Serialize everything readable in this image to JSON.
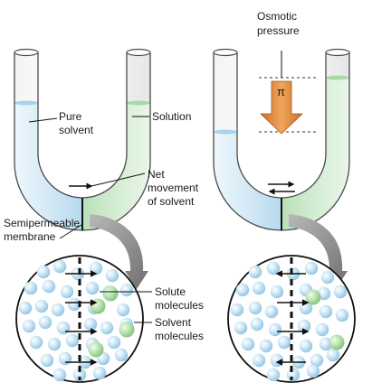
{
  "labels": {
    "pure_solvent": [
      "Pure",
      "solvent"
    ],
    "solution": "Solution",
    "net_movement": [
      "Net",
      "movement",
      "of solvent"
    ],
    "semipermeable": [
      "Semipermeable",
      "membrane"
    ],
    "osmotic_pressure": [
      "Osmotic",
      "pressure"
    ],
    "pi": "π",
    "solute_molecules": [
      "Solute",
      "molecules"
    ],
    "solvent_molecules": [
      "Solvent",
      "molecules"
    ]
  },
  "colors": {
    "tube_outline": "#4a4a4a",
    "pure_solvent_fill": "#bfe0f0",
    "solution_fill": "#c9e8c9",
    "solvent_molecule": "#a9d4ec",
    "solute_molecule": "#9fd59a",
    "pressure_arrow": "#d9863a",
    "curved_arrow": "#8a8a8a"
  }
}
